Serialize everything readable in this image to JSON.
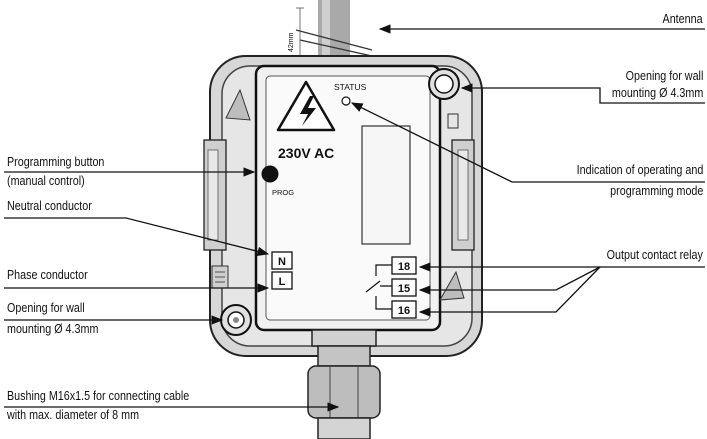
{
  "labels": {
    "antenna": "Antenna",
    "opening_wall_right_1": "Opening for wall",
    "opening_wall_right_2": "mounting  Ø 4.3mm",
    "programming_button_1": "Programming button",
    "programming_button_2": "(manual control)",
    "neutral_conductor": "Neutral conductor",
    "phase_conductor": "Phase conductor",
    "opening_wall_left_1": "Opening for wall",
    "opening_wall_left_2": "mounting Ø 4.3mm",
    "indication_1": "Indication of operating and",
    "indication_2": "programming mode",
    "output_relay": "Output contact relay",
    "bushing_1": "Bushing M16x1.5 for connecting cable",
    "bushing_2": "with max. diameter of 8 mm"
  },
  "device": {
    "status": "STATUS",
    "voltage": "230V AC",
    "prog": "PROG",
    "terminal_n": "N",
    "terminal_l": "L",
    "terminal_18": "18",
    "terminal_15": "15",
    "terminal_16": "16",
    "dimension": "42mm"
  }
}
